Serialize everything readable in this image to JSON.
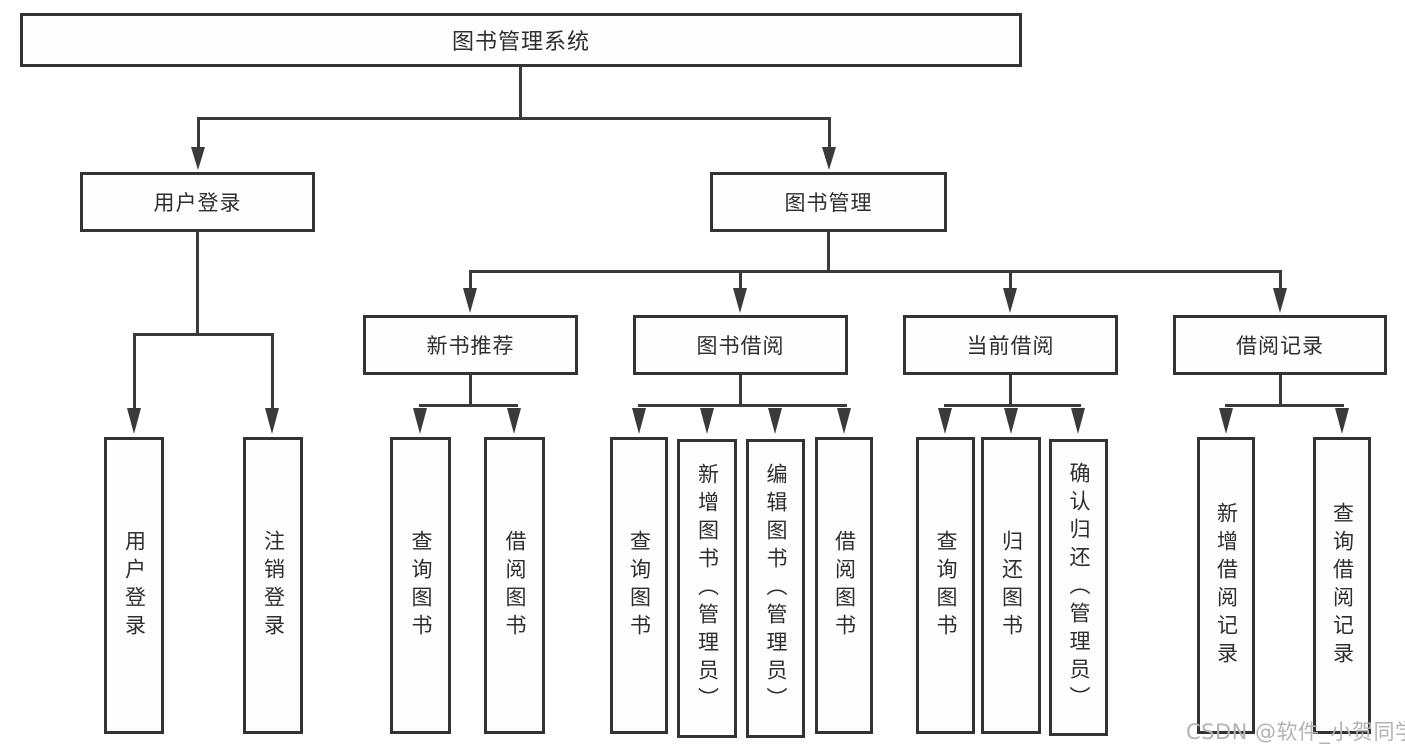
{
  "diagram": {
    "title": "图书管理系统",
    "nodes": {
      "root": "图书管理系统",
      "l2_user_login": "用户登录",
      "l2_book_mgmt": "图书管理",
      "l3_recommend": "新书推荐",
      "l3_borrow": "图书借阅",
      "l3_current": "当前借阅",
      "l3_records": "借阅记录",
      "leaf_user_login": "用户登录",
      "leaf_logout": "注销登录",
      "leaf_rec_query": "查询图书",
      "leaf_rec_borrow": "借阅图书",
      "leaf_bor_query": "查询图书",
      "leaf_bor_add": "新增图书（管理员）",
      "leaf_bor_edit": "编辑图书（管理员）",
      "leaf_bor_borrow": "借阅图书",
      "leaf_cur_query": "查询图书",
      "leaf_cur_return": "归还图书",
      "leaf_cur_confirm": "确认归还（管理员）",
      "leaf_records_add": "新增借阅记录",
      "leaf_records_query": "查询借阅记录"
    },
    "colors": {
      "line": "#3a3a3a",
      "box_border": "#333333",
      "text": "#2e2e2e",
      "watermark": "#b3b3b3"
    },
    "watermark": "CSDN @软件_小贺同学"
  }
}
